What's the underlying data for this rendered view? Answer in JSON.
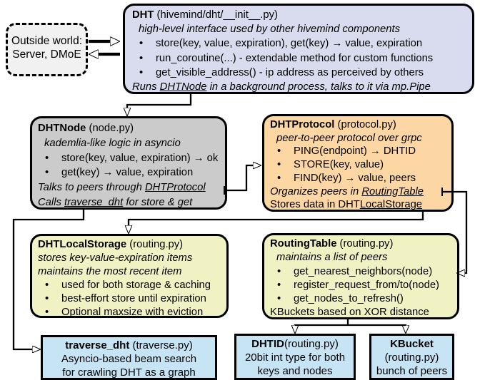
{
  "ui": {
    "bullet": "•"
  },
  "colors": {
    "dht_fill": "#d9dcee",
    "dhtnode_fill": "#cbcbcb",
    "dhtprotocol_fill": "#fcd7a3",
    "storage_fill": "#f0f2c4",
    "routingtable_fill": "#f0f2c4",
    "leaf_fill": "#c7e4f5",
    "outside_fill": "#f1f1f1",
    "line_color": "#000000"
  },
  "outside_world": {
    "line1": "Outside world:",
    "line2": "Server, DMoE"
  },
  "dht": {
    "title": "DHT",
    "title_suffix": " (hivemind/dht/__init__.py)",
    "subtitle": "high-level interface used by other hivemind components",
    "bullets": [
      "store(key, value, expiration), get(key) → value, expiration",
      "run_coroutine(...) - extendable method for custom functions",
      "get_visible_address() - ip address as perceived by others"
    ],
    "footer_pre": "Runs ",
    "footer_link": "DHTNode",
    "footer_post": " in a background process, talks to it via mp.Pipe"
  },
  "dhtnode": {
    "title": "DHTNode",
    "title_suffix": " (node.py)",
    "subtitle": "kademlia-like logic in asyncio",
    "bullets": [
      "store(key, value, expiration) → ok",
      "get(key) → value, expiration"
    ],
    "footer1_pre": "Talks to peers through ",
    "footer1_link": "DHTProtocol",
    "footer2_pre": "Calls ",
    "footer2_link": "traverse_dht",
    "footer2_post": " for store & get"
  },
  "dhtprotocol": {
    "title": "DHTProtocol",
    "title_suffix": " (protocol.py)",
    "subtitle": "peer-to-peer protocol over grpc",
    "bullets": [
      "PING(endpoint) → DHTID",
      "STORE(key, value)",
      "FIND(key) → value, peers"
    ],
    "footer1_pre": "Organizes peers in ",
    "footer1_link": "RoutingTable",
    "footer2_pre": "Stores data in DHT",
    "footer2_link": "LocalStorage"
  },
  "dhtlocalstorage": {
    "title": "DHTLocalStorage",
    "title_suffix": " (routing.py)",
    "subtitle1": "stores key-value-expiration items",
    "subtitle2": "maintains the most recent item",
    "bullets": [
      "used for both storage & caching",
      "best-effort store until expiration",
      "Optional maxsize with eviction"
    ]
  },
  "routingtable": {
    "title": "RoutingTable",
    "title_suffix": " (routing.py)",
    "subtitle": "maintains a list of peers",
    "bullets": [
      "get_nearest_neighbors(node)",
      "register_request_from/to(node)",
      "get_nodes_to_refresh()"
    ],
    "footer": "KBuckets based on XOR distance"
  },
  "traverse_dht": {
    "title": "traverse_dht",
    "title_suffix": " (traverse.py)",
    "line2": "Asyncio-based beam search",
    "line3": "for crawling DHT as a graph"
  },
  "dhtid": {
    "title": "DHTID",
    "title_suffix": "(routing.py)",
    "line2": "20bit int type for both",
    "line3": "keys and nodes"
  },
  "kbucket": {
    "title": "KBucket",
    "line2": "(routing.py)",
    "line3": "bunch of peers"
  }
}
